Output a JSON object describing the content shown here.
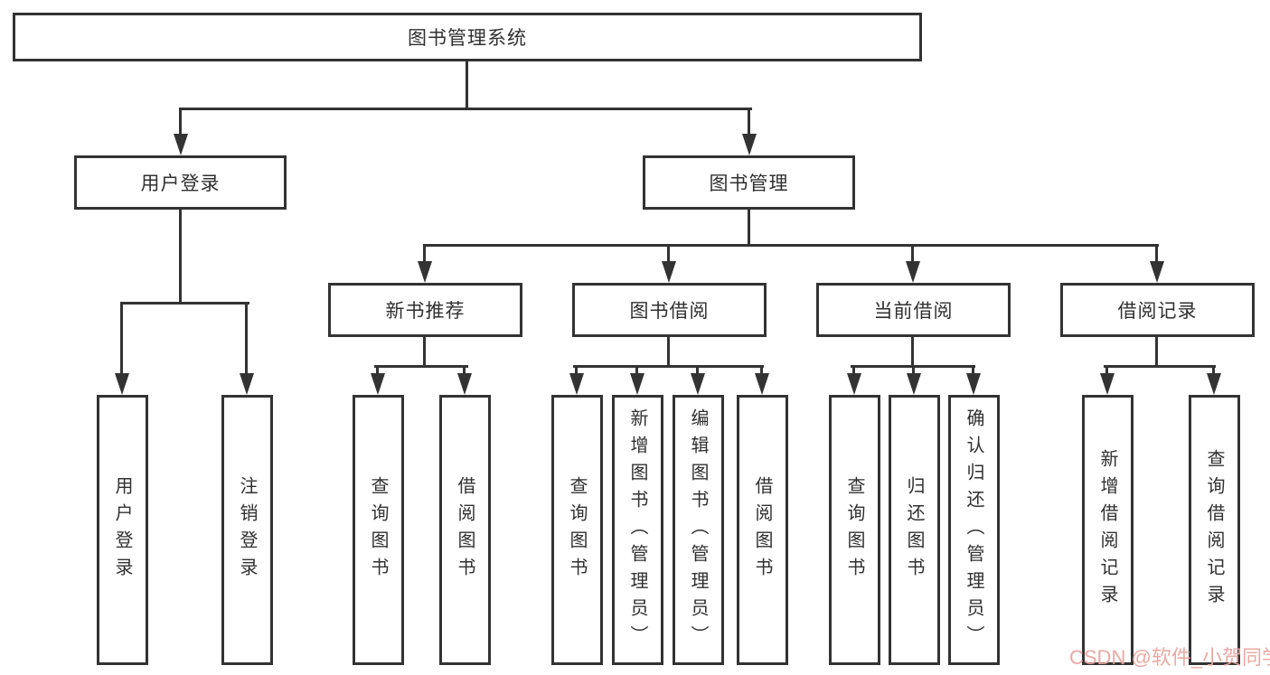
{
  "tree": {
    "root": {
      "label": "图书管理系统"
    },
    "children": [
      {
        "label": "用户登录",
        "children": [
          {
            "label": "用户登录"
          },
          {
            "label": "注销登录"
          }
        ]
      },
      {
        "label": "图书管理",
        "children": [
          {
            "label": "新书推荐",
            "children": [
              {
                "label": "查询图书"
              },
              {
                "label": "借阅图书"
              }
            ]
          },
          {
            "label": "图书借阅",
            "children": [
              {
                "label": "查询图书"
              },
              {
                "label": "新增图书（管理员）"
              },
              {
                "label": "编辑图书（管理员）"
              },
              {
                "label": "借阅图书"
              }
            ]
          },
          {
            "label": "当前借阅",
            "children": [
              {
                "label": "查询图书"
              },
              {
                "label": "归还图书"
              },
              {
                "label": "确认归还（管理员）"
              }
            ]
          },
          {
            "label": "借阅记录",
            "children": [
              {
                "label": "新增借阅记录"
              },
              {
                "label": "查询借阅记录"
              }
            ]
          }
        ]
      }
    ]
  },
  "watermark": {
    "text": "CSDN @软件_小贺同学",
    "color": "#eda49f"
  },
  "colors": {
    "line": "#333333",
    "text": "#303030",
    "background": "#ffffff"
  }
}
